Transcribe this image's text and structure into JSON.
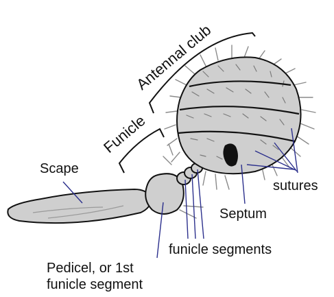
{
  "labels": {
    "antennal_club": "Antennal club",
    "funicle": "Funicle",
    "scape": "Scape",
    "sutures": "sutures",
    "septum": "Septum",
    "funicle_segments": "funicle segments",
    "pedicel_line1": "Pedicel, or 1st",
    "pedicel_line2": "funicle segment"
  },
  "colors": {
    "fill": "#cfcfcf",
    "outline": "#111111",
    "setae": "#8a8a8a",
    "leader": "#2b2f8c",
    "text": "#111111"
  }
}
